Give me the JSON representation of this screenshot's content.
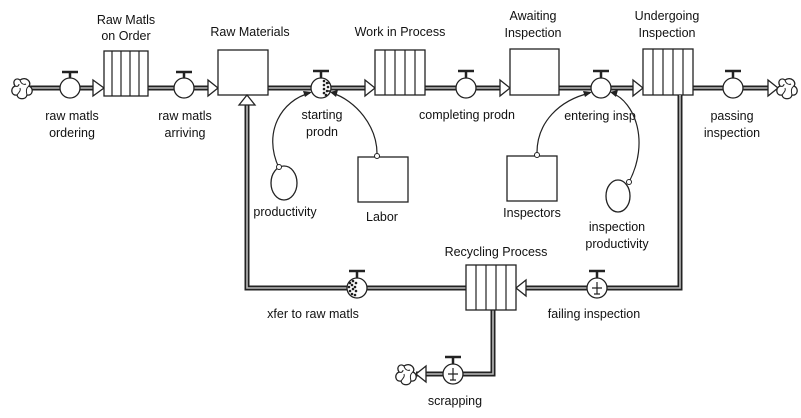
{
  "diagram": {
    "type": "stock-and-flow",
    "stocks": [
      {
        "id": "raw-matls-on-order",
        "kind": "conveyor",
        "label_lines": [
          "Raw Matls",
          "on Order"
        ]
      },
      {
        "id": "raw-materials",
        "kind": "reservoir",
        "label_lines": [
          "Raw Materials"
        ]
      },
      {
        "id": "work-in-process",
        "kind": "conveyor",
        "label_lines": [
          "Work in Process"
        ]
      },
      {
        "id": "awaiting-inspection",
        "kind": "reservoir",
        "label_lines": [
          "Awaiting",
          "Inspection"
        ]
      },
      {
        "id": "undergoing-inspection",
        "kind": "conveyor",
        "label_lines": [
          "Undergoing",
          "Inspection"
        ]
      },
      {
        "id": "recycling-process",
        "kind": "conveyor",
        "label_lines": [
          "Recycling Process"
        ]
      },
      {
        "id": "labor",
        "kind": "reservoir",
        "label_lines": [
          "Labor"
        ]
      },
      {
        "id": "inspectors",
        "kind": "reservoir",
        "label_lines": [
          "Inspectors"
        ]
      }
    ],
    "flows": [
      {
        "id": "raw-matls-ordering",
        "label_lines": [
          "raw matls",
          "ordering"
        ],
        "from": "cloud",
        "to": "raw-matls-on-order",
        "style": "plain"
      },
      {
        "id": "raw-matls-arriving",
        "label_lines": [
          "raw matls",
          "arriving"
        ],
        "from": "raw-matls-on-order",
        "to": "raw-materials",
        "style": "plain"
      },
      {
        "id": "starting-prodn",
        "label_lines": [
          "starting",
          "prodn"
        ],
        "from": "raw-materials",
        "to": "work-in-process",
        "style": "array"
      },
      {
        "id": "completing-prodn",
        "label_lines": [
          "completing prodn"
        ],
        "from": "work-in-process",
        "to": "awaiting-inspection",
        "style": "plain"
      },
      {
        "id": "entering-insp",
        "label_lines": [
          "entering insp"
        ],
        "from": "awaiting-inspection",
        "to": "undergoing-inspection",
        "style": "plain"
      },
      {
        "id": "passing-inspection",
        "label_lines": [
          "passing",
          "inspection"
        ],
        "from": "undergoing-inspection",
        "to": "cloud",
        "style": "plain"
      },
      {
        "id": "failing-inspection",
        "label_lines": [
          "failing inspection"
        ],
        "from": "undergoing-inspection",
        "to": "recycling-process",
        "style": "leakage"
      },
      {
        "id": "xfer-to-raw-matls",
        "label_lines": [
          "xfer to raw matls"
        ],
        "from": "recycling-process",
        "to": "raw-materials",
        "style": "array"
      },
      {
        "id": "scrapping",
        "label_lines": [
          "scrapping"
        ],
        "from": "recycling-process",
        "to": "cloud",
        "style": "leakage"
      }
    ],
    "converters": [
      {
        "id": "productivity",
        "label_lines": [
          "productivity"
        ]
      },
      {
        "id": "inspection-productivity",
        "label_lines": [
          "inspection",
          "productivity"
        ]
      }
    ],
    "connectors": [
      {
        "from": "productivity",
        "to": "starting-prodn"
      },
      {
        "from": "labor",
        "to": "starting-prodn"
      },
      {
        "from": "inspectors",
        "to": "entering-insp"
      },
      {
        "from": "inspection-productivity",
        "to": "entering-insp"
      }
    ]
  }
}
